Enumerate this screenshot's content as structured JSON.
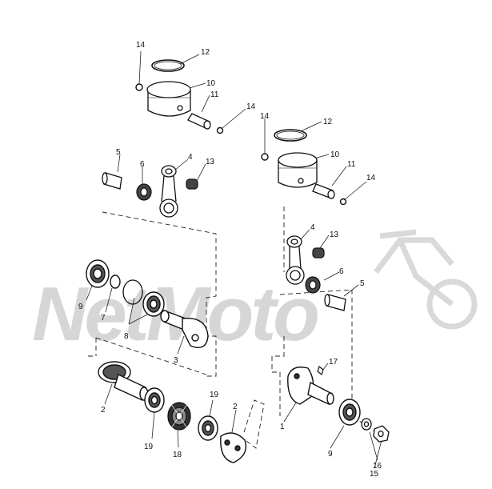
{
  "watermark": {
    "text": "NetMoto"
  },
  "callouts": [
    {
      "id": "c1",
      "text": "14"
    },
    {
      "id": "c2",
      "text": "12"
    },
    {
      "id": "c3",
      "text": "10"
    },
    {
      "id": "c4",
      "text": "11"
    },
    {
      "id": "c5",
      "text": "14"
    },
    {
      "id": "c6",
      "text": "14"
    },
    {
      "id": "c7",
      "text": "12"
    },
    {
      "id": "c8",
      "text": "10"
    },
    {
      "id": "c9",
      "text": "11"
    },
    {
      "id": "c10",
      "text": "14"
    },
    {
      "id": "c11",
      "text": "5"
    },
    {
      "id": "c12",
      "text": "6"
    },
    {
      "id": "c13",
      "text": "4"
    },
    {
      "id": "c14",
      "text": "13"
    },
    {
      "id": "c15",
      "text": "4"
    },
    {
      "id": "c16",
      "text": "13"
    },
    {
      "id": "c17",
      "text": "6"
    },
    {
      "id": "c18",
      "text": "5"
    },
    {
      "id": "c19",
      "text": "9"
    },
    {
      "id": "c20",
      "text": "7"
    },
    {
      "id": "c21",
      "text": "8"
    },
    {
      "id": "c22",
      "text": "3"
    },
    {
      "id": "c23",
      "text": "17"
    },
    {
      "id": "c24",
      "text": "2"
    },
    {
      "id": "c25",
      "text": "19"
    },
    {
      "id": "c26",
      "text": "19"
    },
    {
      "id": "c27",
      "text": "18"
    },
    {
      "id": "c28",
      "text": "2"
    },
    {
      "id": "c29",
      "text": "1"
    },
    {
      "id": "c30",
      "text": "9"
    },
    {
      "id": "c31",
      "text": "16"
    },
    {
      "id": "c32",
      "text": "15"
    }
  ]
}
